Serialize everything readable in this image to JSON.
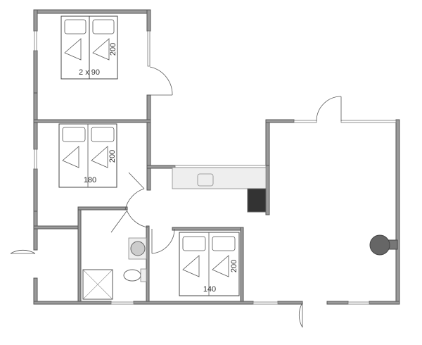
{
  "plan": {
    "bedroom_1": {
      "bed_width": "2 x 90",
      "bed_length": "200"
    },
    "bedroom_2": {
      "bed_width": "180",
      "bed_length": "200"
    },
    "bedroom_3": {
      "bed_width": "140",
      "bed_length": "200"
    }
  },
  "colors": {
    "wall": "#9a9a9a",
    "stove": "#333333",
    "fireplace": "#666666"
  }
}
